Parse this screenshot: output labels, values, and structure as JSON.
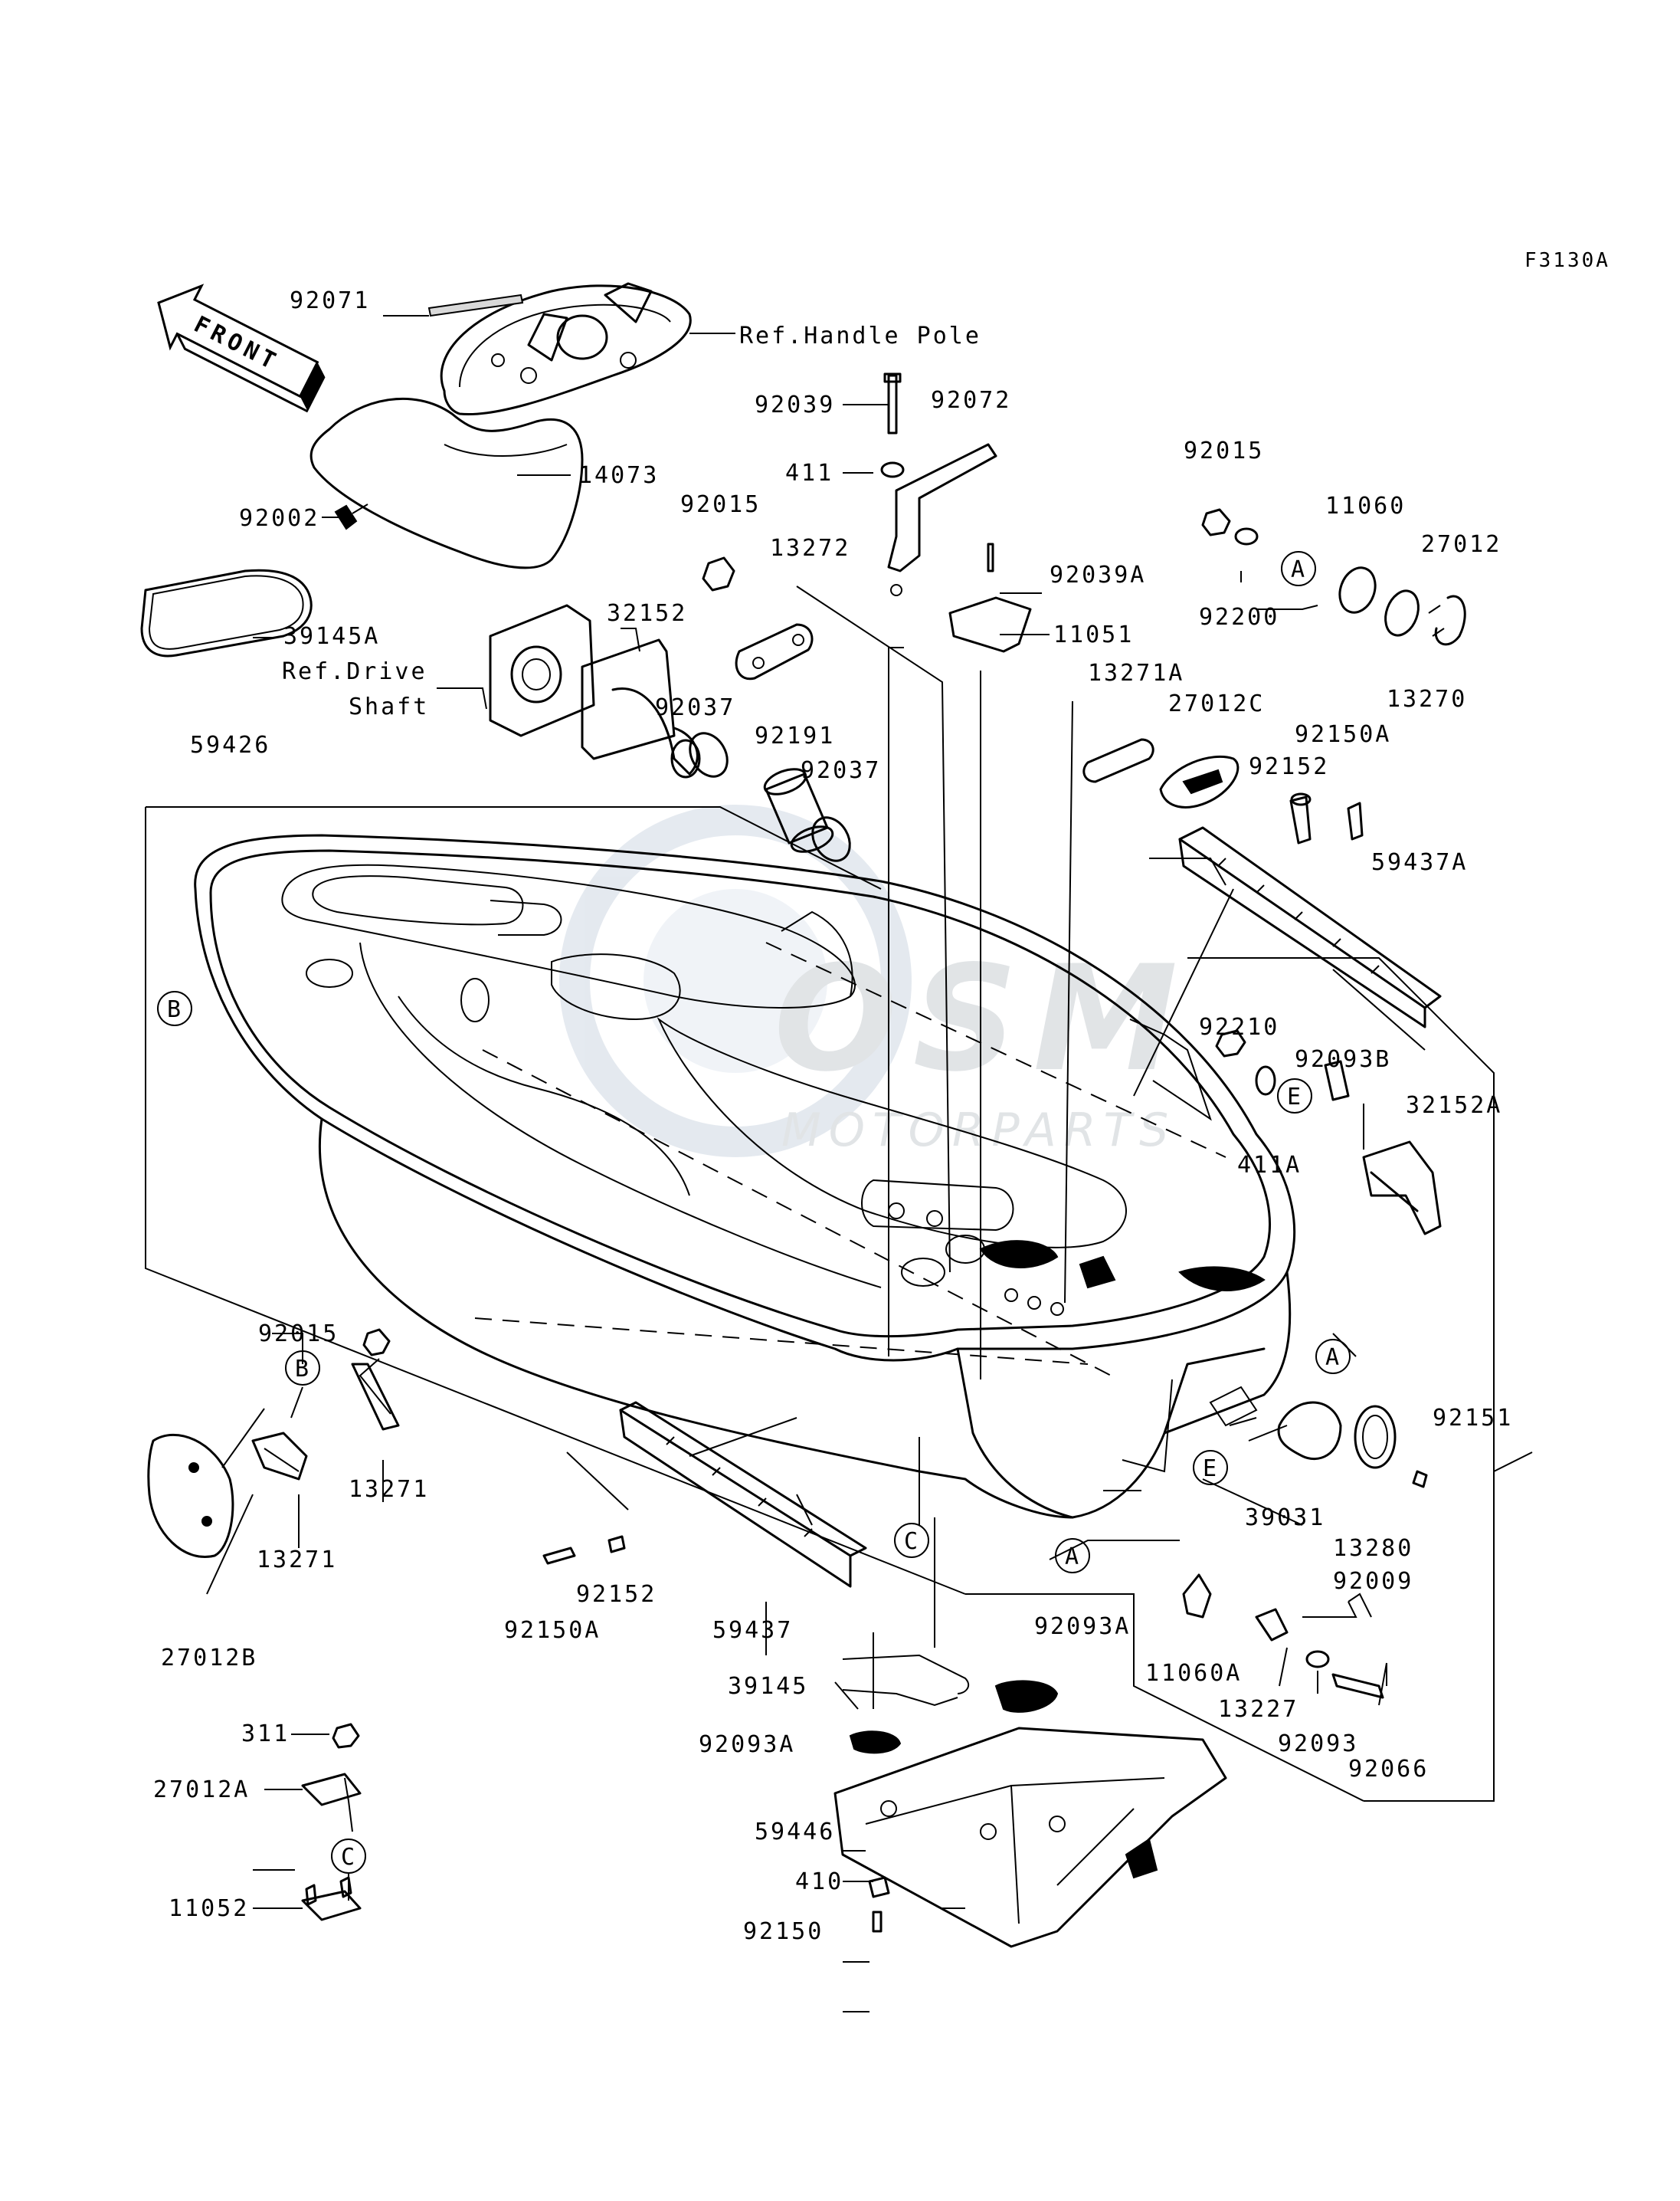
{
  "diagram": {
    "code": "F3130A",
    "front_arrow_label": "FRONT",
    "watermark": {
      "brand": "OSM",
      "sub": "MOTORPARTS"
    },
    "callouts": [
      {
        "id": "c1",
        "text": "92071"
      },
      {
        "id": "c2",
        "text": "Ref.Handle Pole"
      },
      {
        "id": "c3",
        "text": "14073"
      },
      {
        "id": "c4",
        "text": "92002"
      },
      {
        "id": "c5",
        "text": "39145A"
      },
      {
        "id": "c6",
        "text": "Ref.Drive"
      },
      {
        "id": "c7",
        "text": "Shaft"
      },
      {
        "id": "c8",
        "text": "32152"
      },
      {
        "id": "c9",
        "text": "92015"
      },
      {
        "id": "c10",
        "text": "13272"
      },
      {
        "id": "c11",
        "text": "92039"
      },
      {
        "id": "c12",
        "text": "92072"
      },
      {
        "id": "c13",
        "text": "411"
      },
      {
        "id": "c14",
        "text": "92039A"
      },
      {
        "id": "c15",
        "text": "11051"
      },
      {
        "id": "c16",
        "text": "92037"
      },
      {
        "id": "c17",
        "text": "92191"
      },
      {
        "id": "c18",
        "text": "92037"
      },
      {
        "id": "c19",
        "text": "59426"
      },
      {
        "id": "c20",
        "text": "92015"
      },
      {
        "id": "c21",
        "text": "11060"
      },
      {
        "id": "c22",
        "text": "27012"
      },
      {
        "id": "c23",
        "text": "92200"
      },
      {
        "id": "c24",
        "text": "13270"
      },
      {
        "id": "c25",
        "text": "13271A"
      },
      {
        "id": "c26",
        "text": "27012C"
      },
      {
        "id": "c27",
        "text": "92150A"
      },
      {
        "id": "c28",
        "text": "92152"
      },
      {
        "id": "c29",
        "text": "59437A"
      },
      {
        "id": "c30",
        "text": "92210"
      },
      {
        "id": "c31",
        "text": "92093B"
      },
      {
        "id": "c32",
        "text": "32152A"
      },
      {
        "id": "c33",
        "text": "411A"
      },
      {
        "id": "c34",
        "text": "92151"
      },
      {
        "id": "c35",
        "text": "39031"
      },
      {
        "id": "c36",
        "text": "13280"
      },
      {
        "id": "c37",
        "text": "92009"
      },
      {
        "id": "c38",
        "text": "92015"
      },
      {
        "id": "c39",
        "text": "13271"
      },
      {
        "id": "c40",
        "text": "13271"
      },
      {
        "id": "c41",
        "text": "27012B"
      },
      {
        "id": "c42",
        "text": "92150A"
      },
      {
        "id": "c43",
        "text": "92152"
      },
      {
        "id": "c44",
        "text": "59437"
      },
      {
        "id": "c45",
        "text": "92093A"
      },
      {
        "id": "c46",
        "text": "39145"
      },
      {
        "id": "c47",
        "text": "92093A"
      },
      {
        "id": "c48",
        "text": "59446"
      },
      {
        "id": "c49",
        "text": "410"
      },
      {
        "id": "c50",
        "text": "92150"
      },
      {
        "id": "c51",
        "text": "11060A"
      },
      {
        "id": "c52",
        "text": "13227"
      },
      {
        "id": "c53",
        "text": "92093"
      },
      {
        "id": "c54",
        "text": "92066"
      },
      {
        "id": "c55",
        "text": "311"
      },
      {
        "id": "c56",
        "text": "27012A"
      },
      {
        "id": "c57",
        "text": "11052"
      }
    ],
    "markers": [
      {
        "id": "m1",
        "text": "B"
      },
      {
        "id": "m2",
        "text": "A"
      },
      {
        "id": "m3",
        "text": "E"
      },
      {
        "id": "m4",
        "text": "A"
      },
      {
        "id": "m5",
        "text": "E"
      },
      {
        "id": "m6",
        "text": "C"
      },
      {
        "id": "m7",
        "text": "A"
      },
      {
        "id": "m8",
        "text": "B"
      },
      {
        "id": "m9",
        "text": "C"
      }
    ]
  }
}
